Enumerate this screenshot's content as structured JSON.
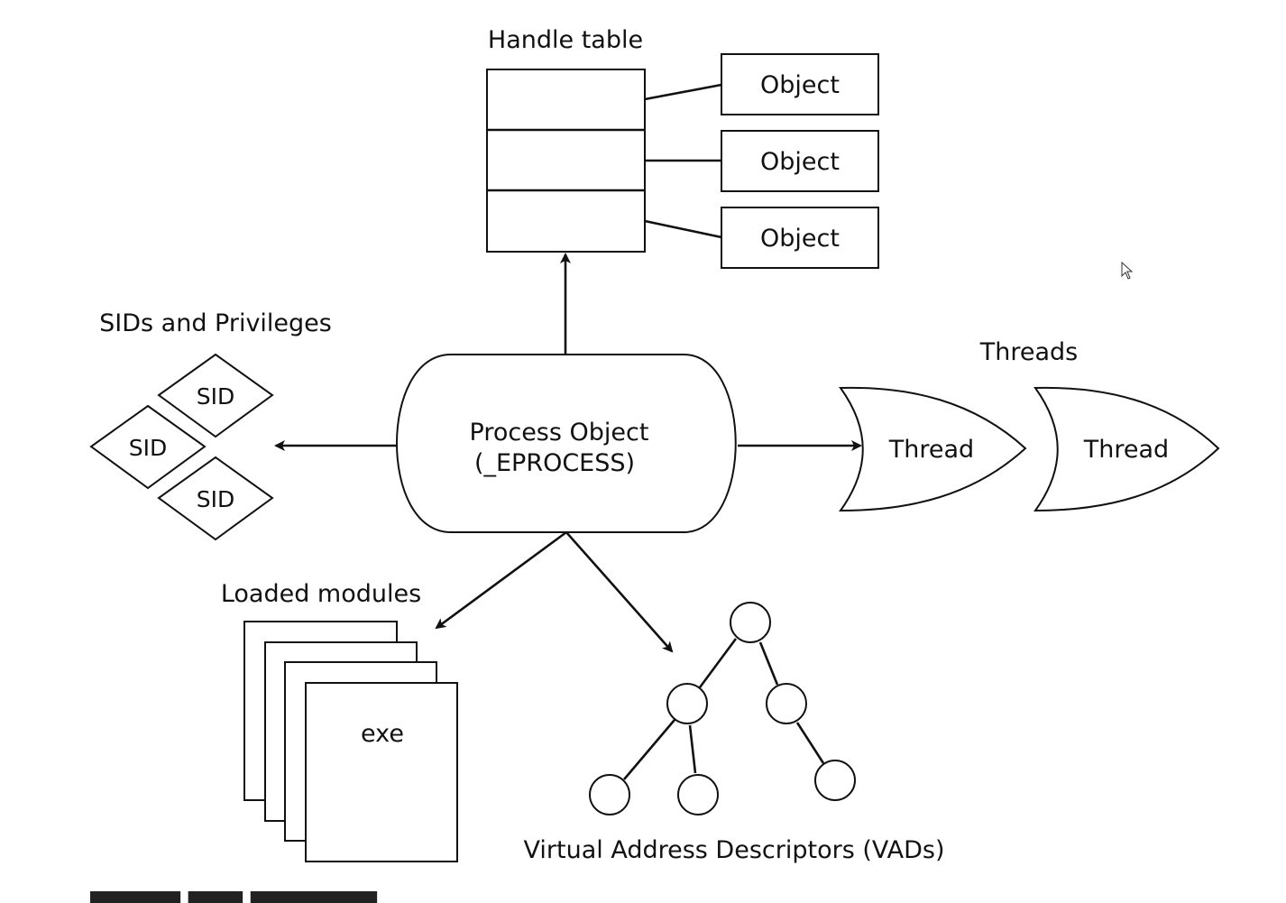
{
  "handle_table": {
    "title": "Handle table",
    "objects": [
      "Object",
      "Object",
      "Object"
    ]
  },
  "process": {
    "line1": "Process Object",
    "line2": "(_EPROCESS)"
  },
  "sids": {
    "title": "SIDs and Privileges",
    "items": [
      "SID",
      "SID",
      "SID"
    ]
  },
  "threads": {
    "title": "Threads",
    "items": [
      "Thread",
      "Thread"
    ]
  },
  "modules": {
    "title": "Loaded modules",
    "front_label": "exe"
  },
  "vads": {
    "title": "Virtual Address Descriptors (VADs)"
  },
  "colors": {
    "stroke": "#111111",
    "background": "#ffffff"
  }
}
